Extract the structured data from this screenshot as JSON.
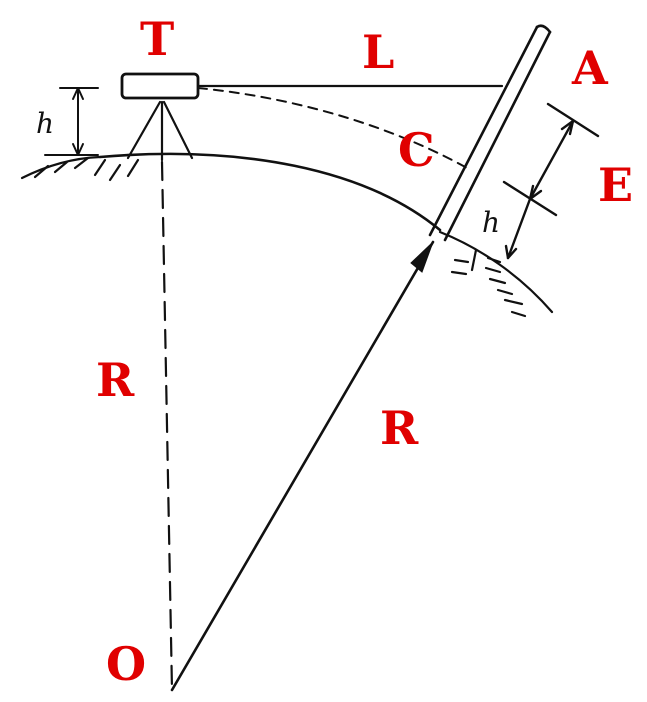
{
  "labels": {
    "T": "T",
    "L": "L",
    "A": "A",
    "C": "C",
    "E": "E",
    "R_left": "R",
    "R_right": "R",
    "O": "O",
    "h_left": "h",
    "h_right": "h"
  },
  "colors": {
    "label_red": "#e00000",
    "ink": "#111111",
    "background": "#ffffff"
  }
}
